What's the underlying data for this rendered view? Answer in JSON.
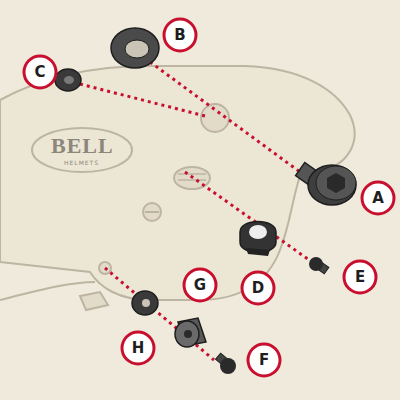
{
  "diagram": {
    "labels": [
      "B",
      "C",
      "BELL",
      "HELMETS",
      "A",
      "E",
      "D",
      "G",
      "H",
      "F"
    ]
  }
}
